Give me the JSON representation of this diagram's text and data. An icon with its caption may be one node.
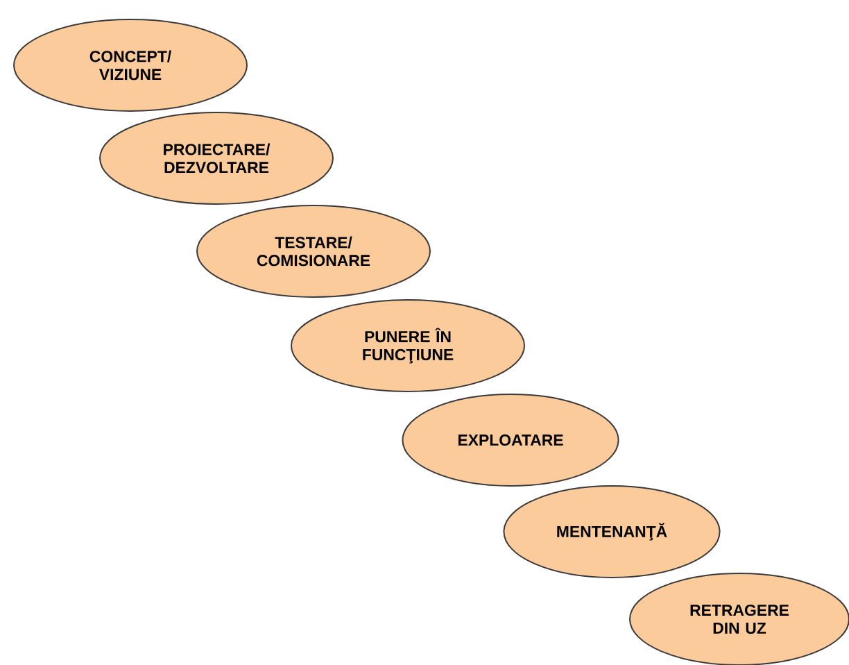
{
  "diagram": {
    "nodes": [
      {
        "text": [
          "CONCEPT/ VIZIUNE"
        ]
      },
      {
        "text": [
          "PROIECTARE/ DEZVOLTARE"
        ]
      },
      {
        "text": [
          "TESTARE/ COMISIONARE"
        ]
      },
      {
        "text": [
          "PUNERE ÎN FUNCŢIUNE"
        ]
      },
      {
        "text": [
          "EXPLOATARE"
        ]
      },
      {
        "text": [
          "MENTENANŢĂ"
        ]
      },
      {
        "text": [
          "RETRAGERE DIN UZ"
        ]
      }
    ]
  }
}
